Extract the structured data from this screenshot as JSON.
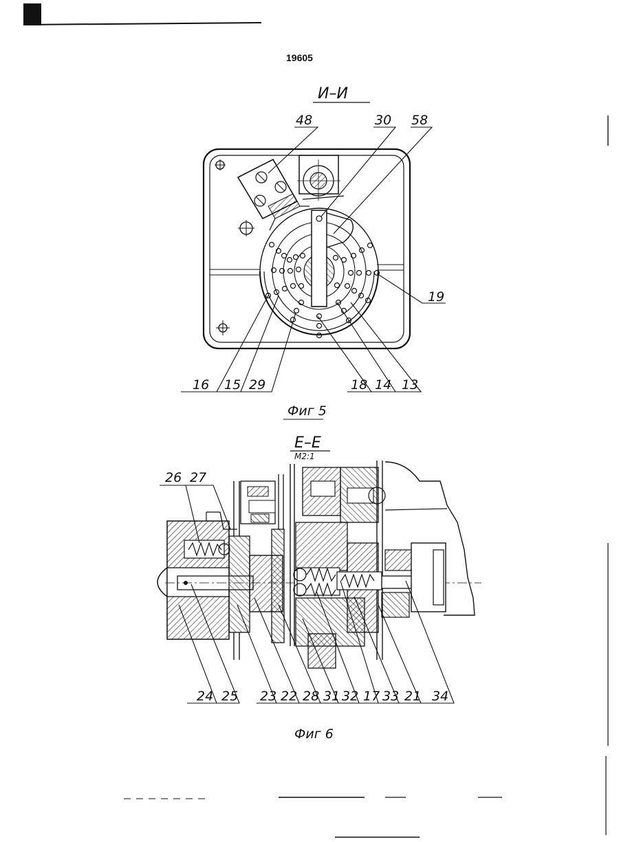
{
  "page": {
    "number": "19605"
  },
  "figure5": {
    "section_label": "И–И",
    "caption": "Фиг 5",
    "labels": {
      "l48": "48",
      "l30": "30",
      "l58": "58",
      "l19": "19",
      "l16": "16",
      "l15": "15",
      "l29": "29",
      "l18": "18",
      "l14": "14",
      "l13": "13"
    }
  },
  "figure6": {
    "section_label": "Е–Е",
    "scale": "М2:1",
    "caption": "Фиг 6",
    "labels": {
      "l26": "26",
      "l27": "27",
      "l24": "24",
      "l25": "25",
      "l23": "23",
      "l22": "22",
      "l28": "28",
      "l31": "31",
      "l32": "32",
      "l17": "17",
      "l33": "33",
      "l21": "21",
      "l34": "34"
    }
  }
}
